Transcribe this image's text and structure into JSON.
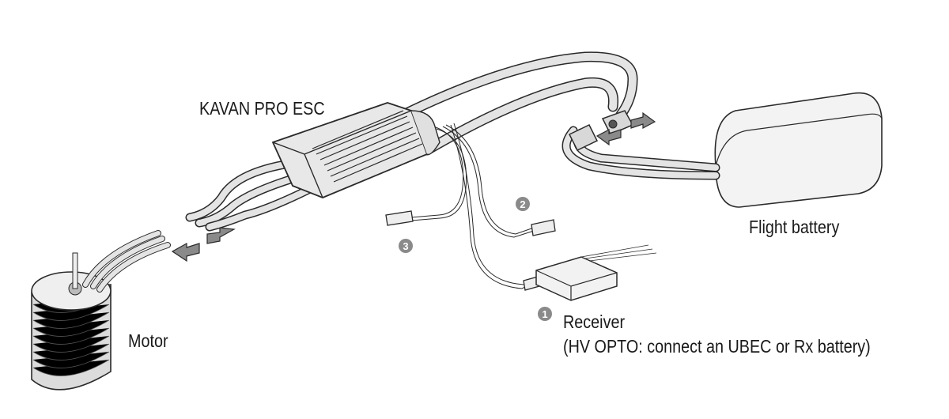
{
  "labels": {
    "esc": "KAVAN PRO ESC",
    "battery": "Flight battery",
    "motor": "Motor",
    "receiver": "Receiver",
    "receiver_note": "(HV OPTO: connect an UBEC or Rx battery)"
  },
  "markers": [
    "1",
    "2",
    "3"
  ],
  "colors": {
    "line": "#2a2a2a",
    "fill": "#e4e4e4",
    "marker": "#8a8a8a"
  }
}
